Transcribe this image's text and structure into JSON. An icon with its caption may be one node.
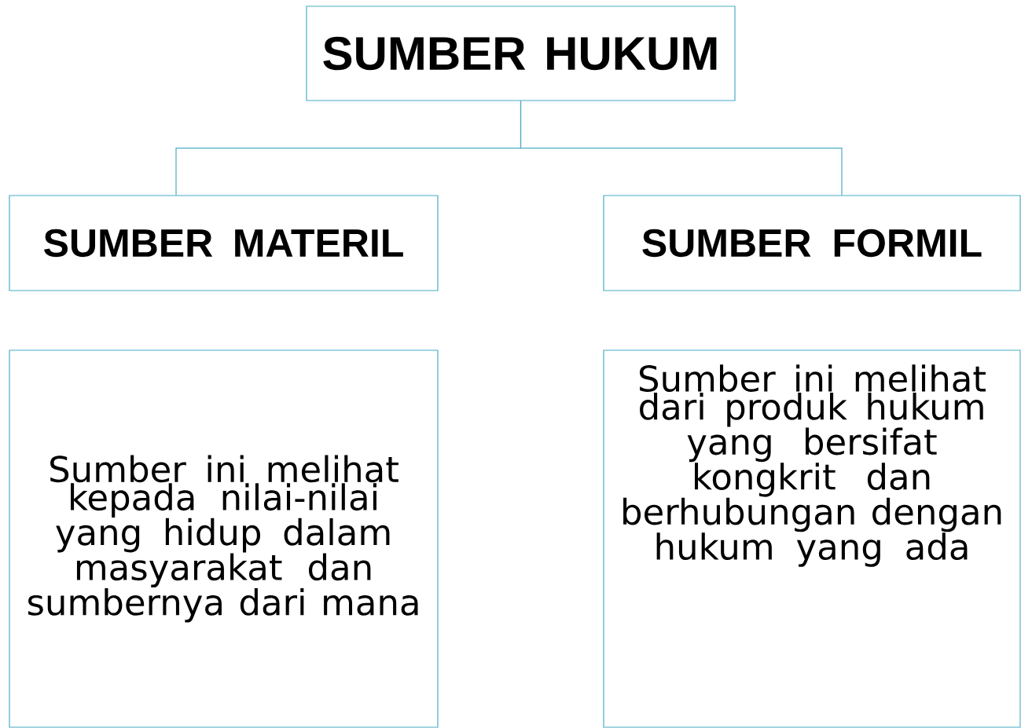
{
  "diagram": {
    "nodes": [
      {
        "text": [
          "SUMBER HUKUM"
        ]
      },
      {
        "text": [
          "SUMBER MATERIL"
        ]
      },
      {
        "text": [
          "SUMBER FORMIL"
        ]
      },
      {
        "text": [
          "Sumber ini melihat kepada nilai-nilai yang hidup dalam masyarakat dan sumbernya dari mana"
        ]
      },
      {
        "text": [
          "Sumber ini melihat dari produk hukum yang bersifat kongkrit dan berhubungan dengan hukum yang ada"
        ]
      }
    ],
    "edges": [
      {
        "from": 0,
        "to": 1,
        "arrow": "none"
      },
      {
        "from": 0,
        "to": 2,
        "arrow": "none"
      }
    ]
  }
}
